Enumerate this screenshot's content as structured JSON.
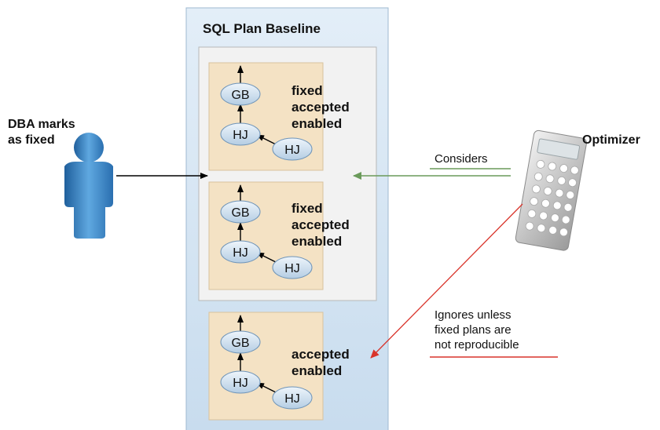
{
  "baseline": {
    "title": "SQL Plan Baseline",
    "plans": [
      {
        "status_lines": [
          "fixed",
          "accepted",
          "enabled"
        ],
        "nodes": {
          "top": "GB",
          "middle": "HJ",
          "child": "HJ"
        }
      },
      {
        "status_lines": [
          "fixed",
          "accepted",
          "enabled"
        ],
        "nodes": {
          "top": "GB",
          "middle": "HJ",
          "child": "HJ"
        }
      },
      {
        "status_lines": [
          "accepted",
          "enabled"
        ],
        "nodes": {
          "top": "GB",
          "middle": "HJ",
          "child": "HJ"
        }
      }
    ]
  },
  "dba": {
    "label_lines": [
      "DBA marks",
      "as fixed"
    ]
  },
  "optimizer": {
    "label": "Optimizer"
  },
  "considers": {
    "label": "Considers"
  },
  "ignores": {
    "label_lines": [
      "Ignores unless",
      "fixed plans are",
      "not reproducible"
    ]
  },
  "colors": {
    "baseline_panel": "#d6e6f3",
    "fixed_group": "#f2f2f2",
    "plan_box": "#f4e2c4",
    "node_fill": "#cfe0ee",
    "considers_arrow": "#6a9a5a",
    "ignores_arrow": "#d9342b",
    "person": "#3f8fd0"
  }
}
